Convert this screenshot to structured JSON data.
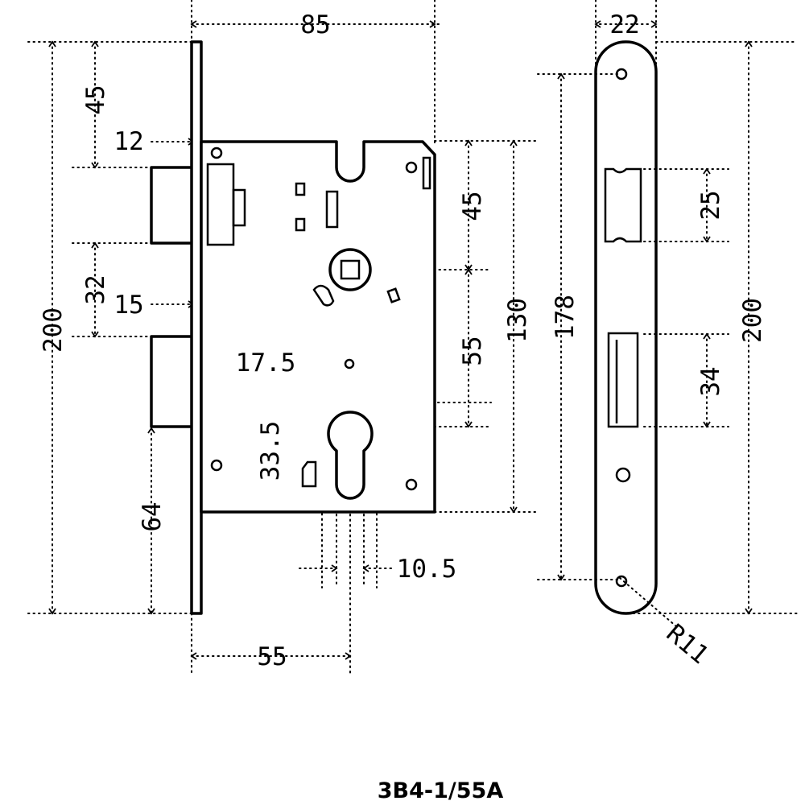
{
  "title": "3B4-1/55A",
  "dimensions": {
    "lock_depth": "85",
    "faceplate_width": "22",
    "height_faceplate": "200",
    "height_striker": "200",
    "latch_offset_top": "45",
    "latch_bolt_projection": "12",
    "latch_to_deadbolt": "32",
    "deadbolt_projection": "15",
    "deadbolt_to_bottom": "64",
    "backset": "55",
    "top_to_follower": "45",
    "follower_to_cylinder": "55",
    "case_height": "130",
    "screw_spacing": "178",
    "striker_upper_opening": "25",
    "striker_lower_opening": "34",
    "cylinder_pin_offset": "17.5",
    "cylinder_height": "33.5",
    "cylinder_width": "10.5",
    "radius": "R11"
  }
}
